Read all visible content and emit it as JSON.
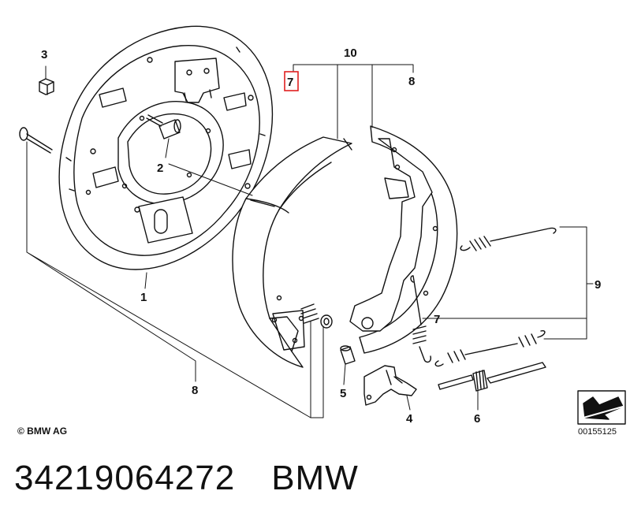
{
  "diagram": {
    "labels": [
      "1",
      "2",
      "3",
      "4",
      "5",
      "6",
      "7",
      "8",
      "9",
      "10"
    ],
    "highlighted_label": "7",
    "highlight_color": "#e02020",
    "line_color": "#111111"
  },
  "footer": {
    "copyright": "© BMW AG",
    "image_code": "00155125"
  },
  "caption": {
    "part_number": "34219064272",
    "brand": "BMW"
  },
  "icons": {
    "view_arrow": "direction-arrow-icon"
  }
}
